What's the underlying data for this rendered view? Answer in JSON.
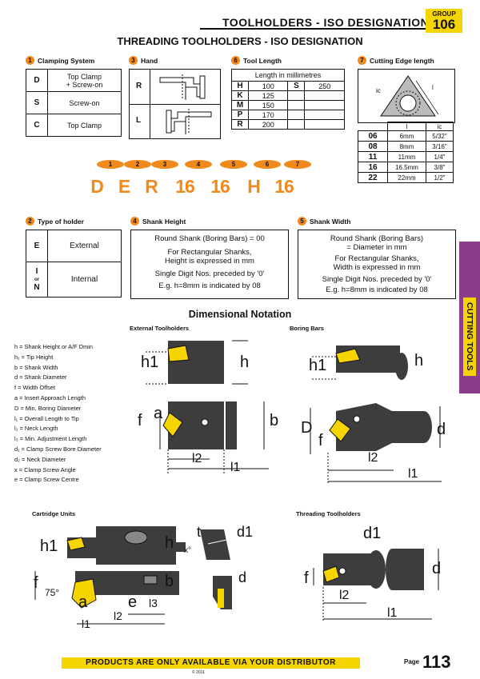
{
  "header": {
    "title": "TOOLHOLDERS - ISO DESIGNATION",
    "group_label": "GROUP",
    "group_number": "106"
  },
  "subtitle": "THREADING TOOLHOLDERS - ISO DESIGNATION",
  "sections": {
    "clamping": {
      "num": "1",
      "title": "Clamping System",
      "rows": [
        {
          "code": "D",
          "desc_1": "Top Clamp",
          "desc_2": "+ Screw-on"
        },
        {
          "code": "S",
          "desc_1": "Screw-on",
          "desc_2": ""
        },
        {
          "code": "C",
          "desc_1": "Top Clamp",
          "desc_2": ""
        }
      ]
    },
    "hand": {
      "num": "3",
      "title": "Hand",
      "rows": [
        "R",
        "L"
      ]
    },
    "tool_length": {
      "num": "6",
      "title": "Tool Length",
      "header": "Length in millimetres",
      "rows": [
        {
          "code": "H",
          "value": "100",
          "code2": "S",
          "value2": "250"
        },
        {
          "code": "K",
          "value": "125",
          "code2": "",
          "value2": ""
        },
        {
          "code": "M",
          "value": "150",
          "code2": "",
          "value2": ""
        },
        {
          "code": "P",
          "value": "170",
          "code2": "",
          "value2": ""
        },
        {
          "code": "R",
          "value": "200",
          "code2": "",
          "value2": ""
        }
      ]
    },
    "cutting_edge": {
      "num": "7",
      "title": "Cutting Edge length",
      "diagram_labels": {
        "ic": "ic",
        "l": "l"
      },
      "col_headers": {
        "l": "l",
        "ic": "ic"
      },
      "rows": [
        {
          "code": "06",
          "l": "6mm",
          "ic": "5/32\""
        },
        {
          "code": "08",
          "l": "8mm",
          "ic": "3/16\""
        },
        {
          "code": "11",
          "l": "11mm",
          "ic": "1/4\""
        },
        {
          "code": "16",
          "l": "16.5mm",
          "ic": "3/8\""
        },
        {
          "code": "22",
          "l": "22mm",
          "ic": "1/2\""
        }
      ]
    },
    "holder_type": {
      "num": "2",
      "title": "Type of holder",
      "rows": [
        {
          "code": "E",
          "desc": "External"
        },
        {
          "code": "I",
          "code_or": "or",
          "code_b": "N",
          "desc": "Internal"
        }
      ]
    },
    "shank_height": {
      "num": "4",
      "title": "Shank Height",
      "lines": [
        "Round Shank (Boring Bars) = 00",
        "For Rectangular Shanks,",
        "Height is expressed in mm",
        "Single Digit Nos. preceded by '0'",
        "E.g. h=8mm is indicated by 08"
      ]
    },
    "shank_width": {
      "num": "5",
      "title": "Shank Width",
      "lines": [
        "Round Shank (Boring Bars)",
        "= Diameter in mm",
        "For Rectangular Shanks,",
        "Width is expressed in mm",
        "Single Digit Nos. preceded by '0'",
        "E.g. h=8mm is indicated by 08"
      ]
    }
  },
  "code": {
    "numbers": [
      "1",
      "2",
      "3",
      "4",
      "5",
      "6",
      "7"
    ],
    "letters": [
      "D",
      "E",
      "R",
      "16",
      "16",
      "H",
      "16"
    ]
  },
  "dimensional": {
    "title": "Dimensional Notation",
    "external_title": "External Toolholders",
    "boring_title": "Boring Bars",
    "cartridge_title": "Cartridge Units",
    "threading_title": "Threading Toolholders",
    "legend": [
      "h  = Shank Height or A/F Dmin",
      "h₁ = Tip Height",
      "b  = Shank Width",
      "d  = Shank Diameter",
      "f  = Width Offset",
      "a  = Insert Approach Length",
      "D  = Min. Boring Diameter",
      "l₁ = Overall Length to Tip",
      "l₂ = Neck Length",
      "l₃ = Min. Adjustment Length",
      "d₁ = Clamp Screw Bore Diameter",
      "d₂ = Neck Diameter",
      "x  = Clamp Screw Angle",
      "e  = Clamp Screw Centre"
    ],
    "labels": {
      "h": "h",
      "h1": "h1",
      "b": "b",
      "d": "d",
      "f": "f",
      "a": "a",
      "D": "D",
      "l1": "l1",
      "l2": "l2",
      "l3": "l3",
      "d1": "d1",
      "t": "t",
      "e": "e",
      "x": "x°",
      "angle": "75°"
    }
  },
  "sidebar": "CUTTING TOOLS",
  "footer": {
    "banner": "PRODUCTS ARE ONLY AVAILABLE VIA YOUR DISTRIBUTOR",
    "copyright": "© 2011",
    "page_label": "Page",
    "page_number": "113"
  },
  "colors": {
    "accent_yellow": "#f5d400",
    "orange": "#f08a1c",
    "purple": "#8b3d8c"
  }
}
